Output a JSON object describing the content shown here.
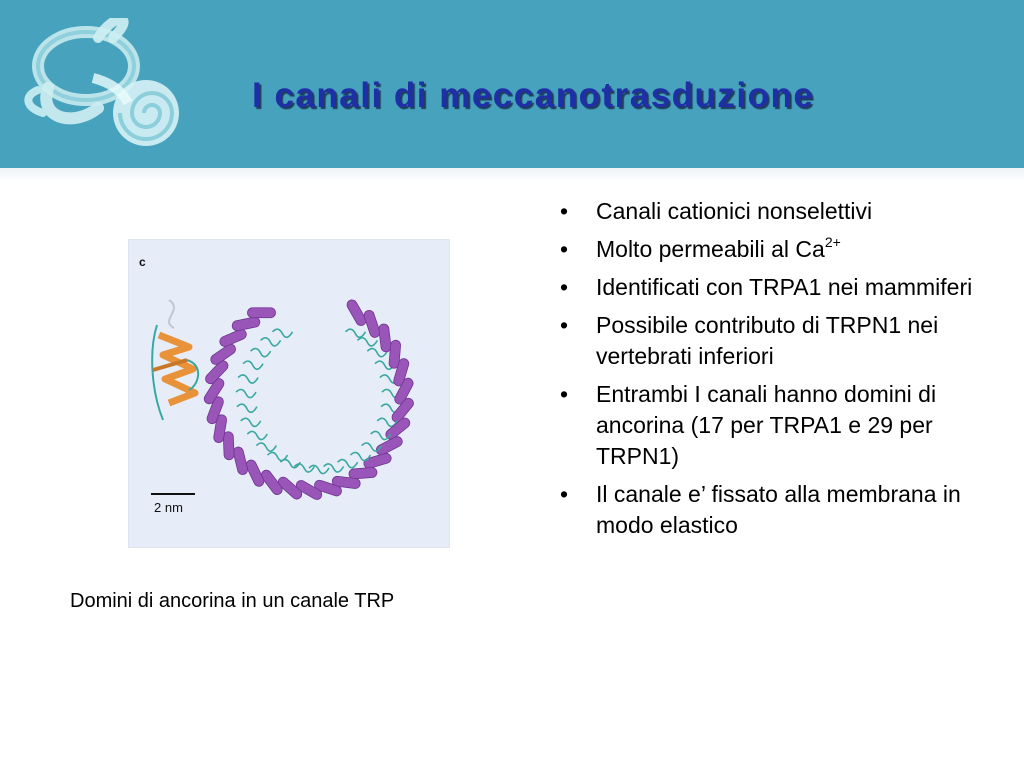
{
  "title": "I canali di meccanotrasduzione",
  "bullet_marker": "•",
  "bullets": [
    {
      "text": "Canali cationici nonselettivi"
    },
    {
      "text": "Molto permeabili al Ca",
      "sup": "2+"
    },
    {
      "text": "Identificati con TRPA1 nei mammiferi"
    },
    {
      "text": "Possibile contributo di TRPN1 nei vertebrati inferiori"
    },
    {
      "text": "Entrambi I canali hanno domini di ancorina (17 per TRPA1 e 29 per TRPN1)"
    },
    {
      "text": "Il canale e’ fissato alla membrana in modo elastico"
    }
  ],
  "figure": {
    "panel_letter": "c",
    "scale_label": "2 nm"
  },
  "caption": "Domini di ancorina in un canale TRP",
  "colors": {
    "header_background": "#47a3bd",
    "title_text": "#1f2fa6",
    "helix_purple": "#9a55b8",
    "beta_sheet_orange": "#e8923a",
    "loop_teal": "#3aa8a0"
  },
  "icons": {
    "logo": "inner-ear-cochlea-icon"
  }
}
